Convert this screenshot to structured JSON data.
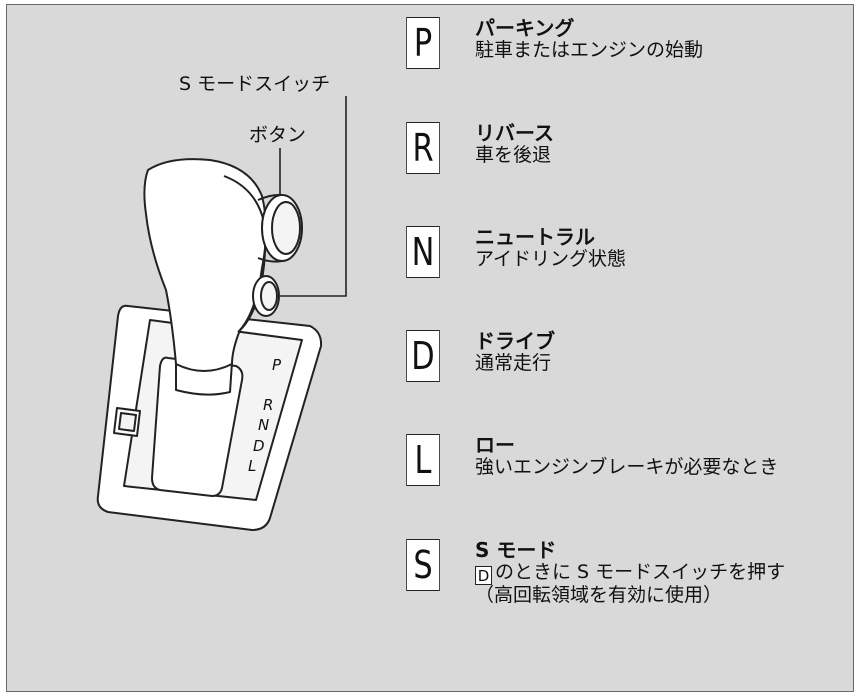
{
  "callouts": {
    "s_mode_switch": "S モードスイッチ",
    "button": "ボタン"
  },
  "gate_letters": [
    "P",
    "R",
    "N",
    "D",
    "L"
  ],
  "modes": [
    {
      "letter": "P",
      "name": "パーキング",
      "desc": "駐車またはエンジンの始動"
    },
    {
      "letter": "R",
      "name": "リバース",
      "desc": "車を後退"
    },
    {
      "letter": "N",
      "name": "ニュートラル",
      "desc": "アイドリング状態"
    },
    {
      "letter": "D",
      "name": "ドライブ",
      "desc": "通常走行"
    },
    {
      "letter": "L",
      "name": "ロー",
      "desc": "強いエンジンブレーキが必要なとき"
    },
    {
      "letter": "S",
      "name": "S モード",
      "desc_prefix_box": "D",
      "desc": "のときに S モードスイッチを押す",
      "desc2": "（高回転領域を有効に使用）"
    }
  ],
  "colors": {
    "panel_background": "#d9d9d9",
    "line": "#222222",
    "shifter_fill": "#ffffff"
  }
}
